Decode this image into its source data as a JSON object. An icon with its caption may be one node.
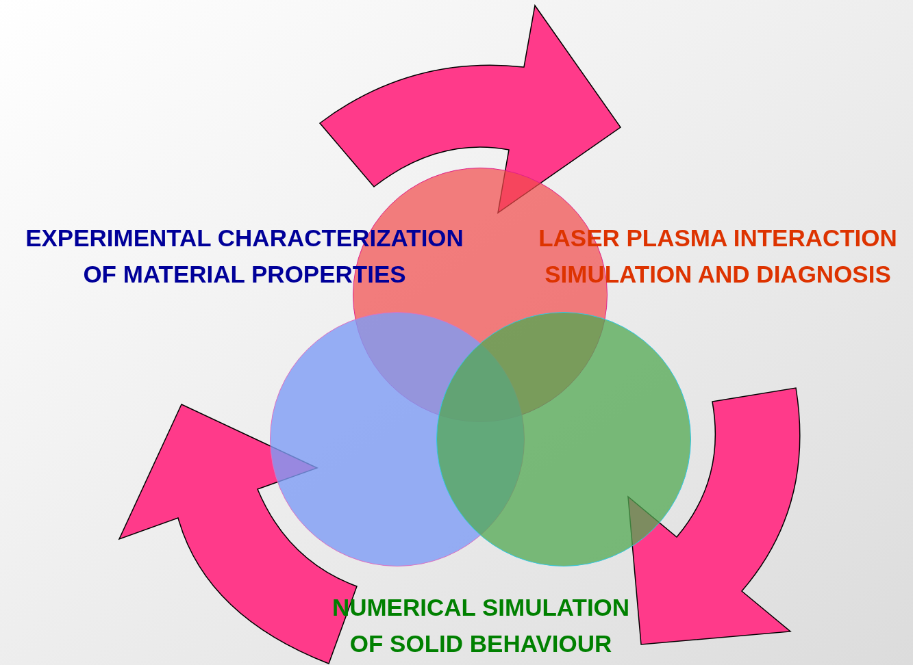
{
  "diagram": {
    "nodes": [
      {
        "text": [],
        "shape": "circle"
      },
      {
        "text": [],
        "shape": "circle"
      },
      {
        "text": [],
        "shape": "circle"
      }
    ],
    "edges": [
      {
        "from": 1,
        "to": 0,
        "arrow": "to"
      },
      {
        "from": 0,
        "to": 2,
        "arrow": "to"
      },
      {
        "from": 2,
        "to": 1,
        "arrow": "to"
      }
    ],
    "labels": [
      "EXPERIMENTAL CHARACTERIZATION OF MATERIAL PROPERTIES",
      "LASER PLASMA INTERACTION SIMULATION AND DIAGNOSIS",
      "NUMERICAL SIMULATION OF SOLID BEHAVIOUR"
    ]
  }
}
